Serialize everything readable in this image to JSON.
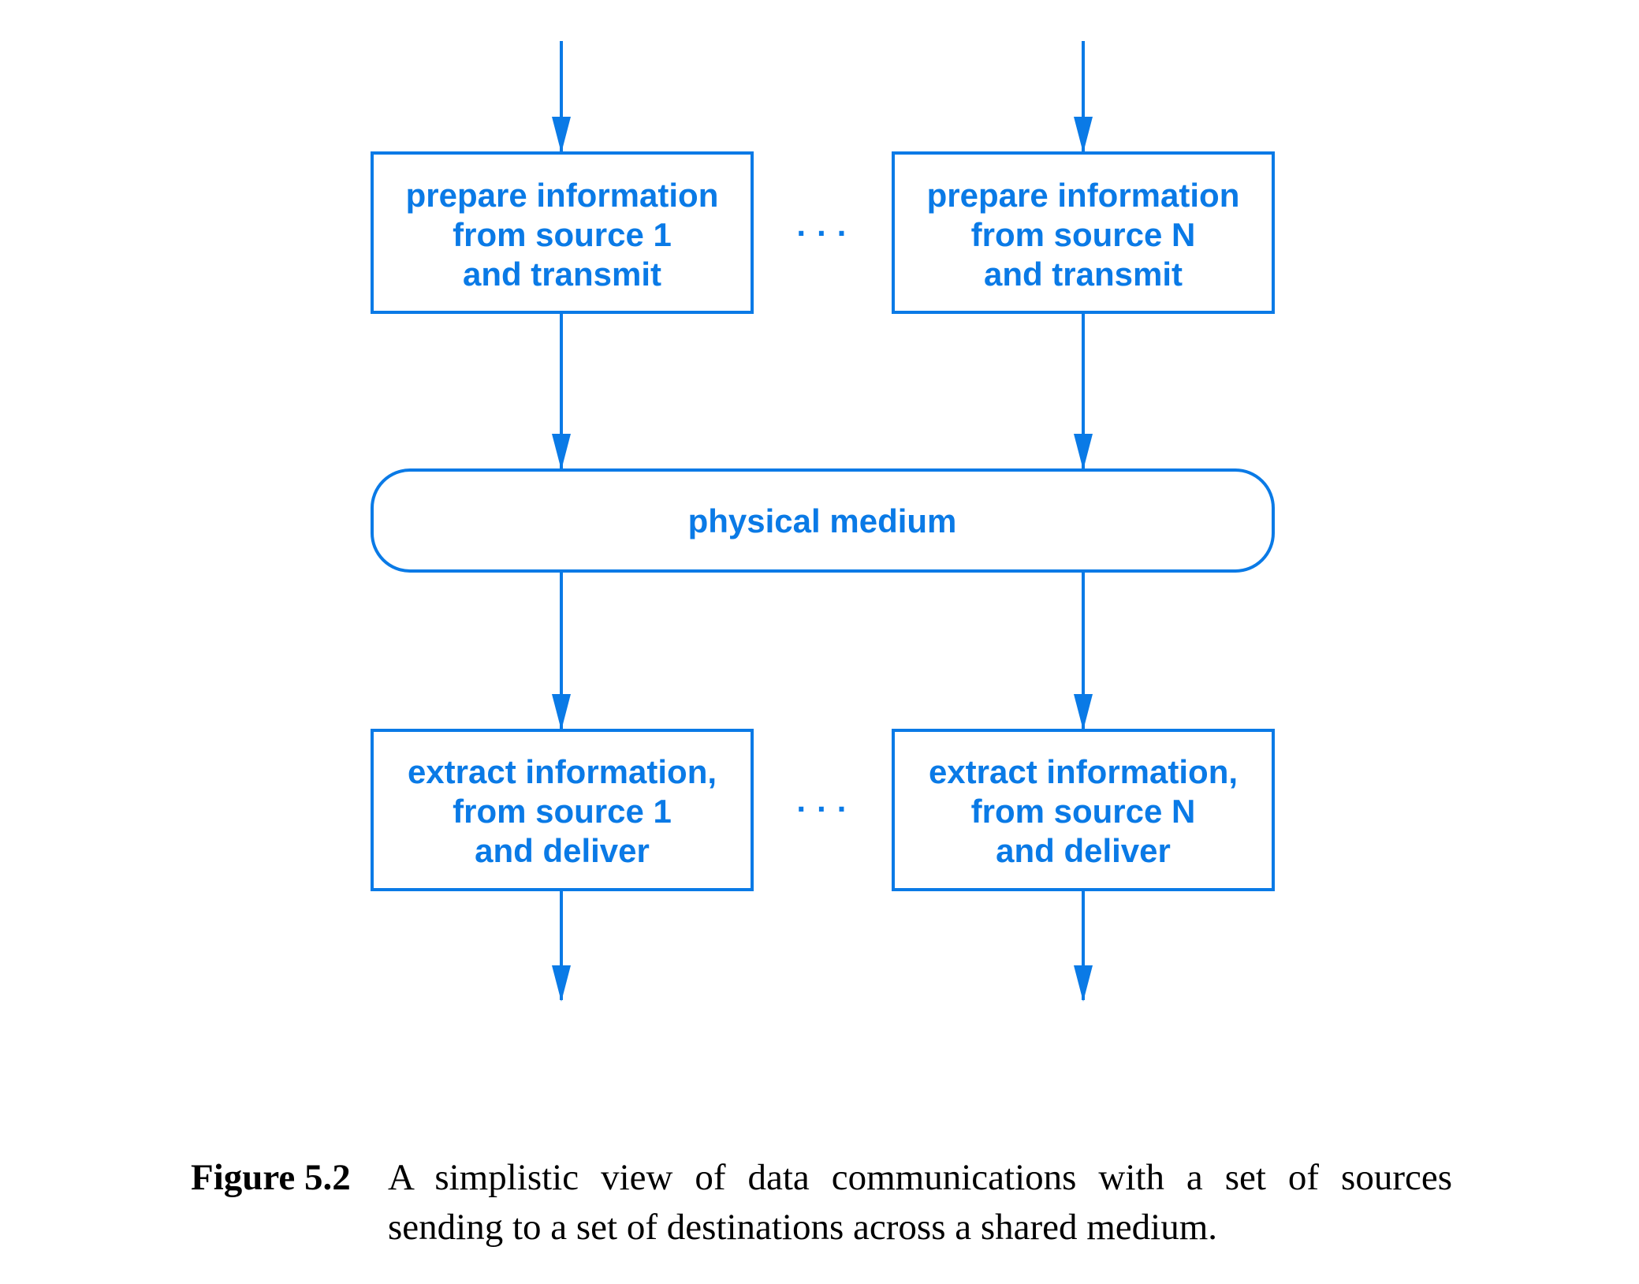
{
  "diagram": {
    "stroke_color": "#0a7ae6",
    "text_color": "#0a7ae6",
    "top_left_box": {
      "lines": [
        "prepare information",
        "from source 1",
        "and transmit"
      ]
    },
    "top_right_box": {
      "lines": [
        "prepare information",
        "from source N",
        "and transmit"
      ]
    },
    "medium": {
      "label": "physical medium"
    },
    "bottom_left_box": {
      "lines": [
        "extract information,",
        "from source 1",
        "and deliver"
      ]
    },
    "bottom_right_box": {
      "lines": [
        "extract information,",
        "from source N",
        "and deliver"
      ]
    },
    "ellipsis": "· · ·"
  },
  "caption": {
    "label": "Figure 5.2",
    "line1": "A simplistic view of data communications with a set of sources",
    "line2": "sending to a set of destinations across a shared medium."
  }
}
